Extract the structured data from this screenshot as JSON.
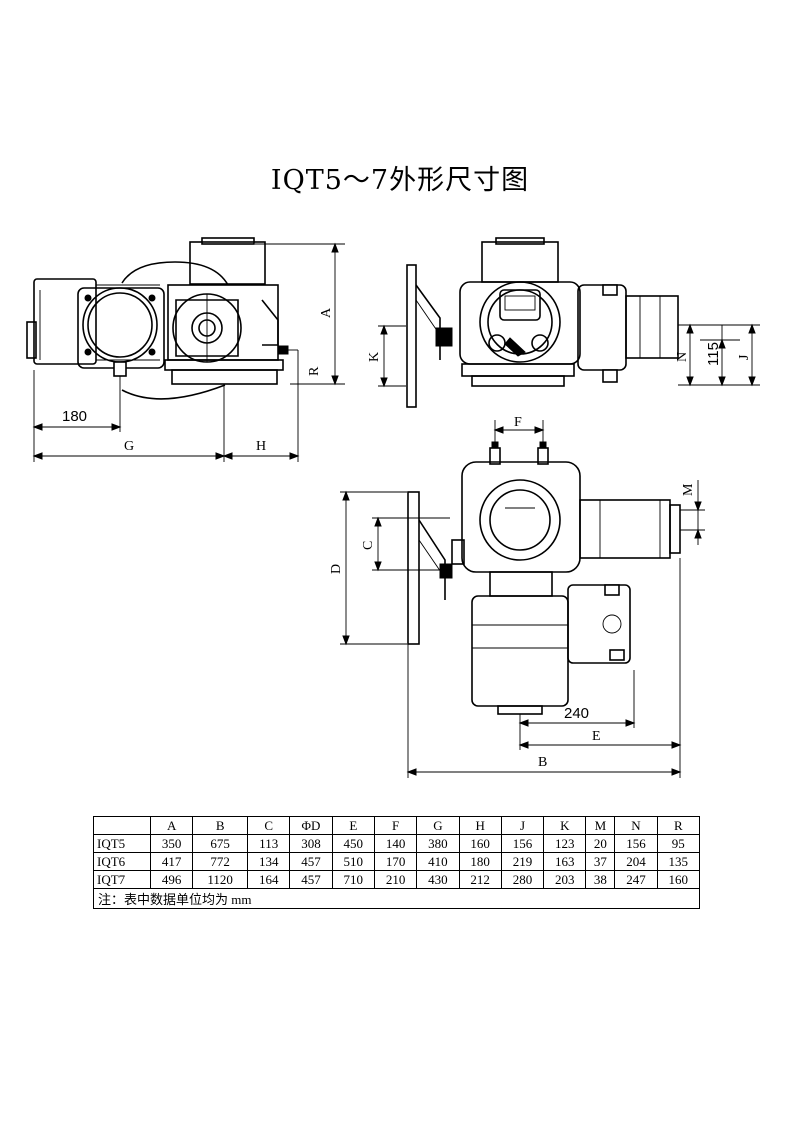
{
  "title": "IQT5～7外形尺寸图",
  "drawing": {
    "dim_labels": {
      "A": "A",
      "R": "R",
      "G": "G",
      "H": "H",
      "K": "K",
      "N": "N",
      "J": "J",
      "F": "F",
      "M": "M",
      "C": "C",
      "D": "D",
      "E": "E",
      "B": "B"
    },
    "dim_values": {
      "side_180": "180",
      "rear_115": "115",
      "top_240": "240"
    }
  },
  "table": {
    "headers": [
      "",
      "A",
      "B",
      "C",
      "ΦD",
      "E",
      "F",
      "G",
      "H",
      "J",
      "K",
      "M",
      "N",
      "R"
    ],
    "rows": [
      [
        "IQT5",
        "350",
        "675",
        "113",
        "308",
        "450",
        "140",
        "380",
        "160",
        "156",
        "123",
        "20",
        "156",
        "95"
      ],
      [
        "IQT6",
        "417",
        "772",
        "134",
        "457",
        "510",
        "170",
        "410",
        "180",
        "219",
        "163",
        "37",
        "204",
        "135"
      ],
      [
        "IQT7",
        "496",
        "1120",
        "164",
        "457",
        "710",
        "210",
        "430",
        "212",
        "280",
        "203",
        "38",
        "247",
        "160"
      ]
    ],
    "note": "注：表中数据单位均为 mm"
  }
}
